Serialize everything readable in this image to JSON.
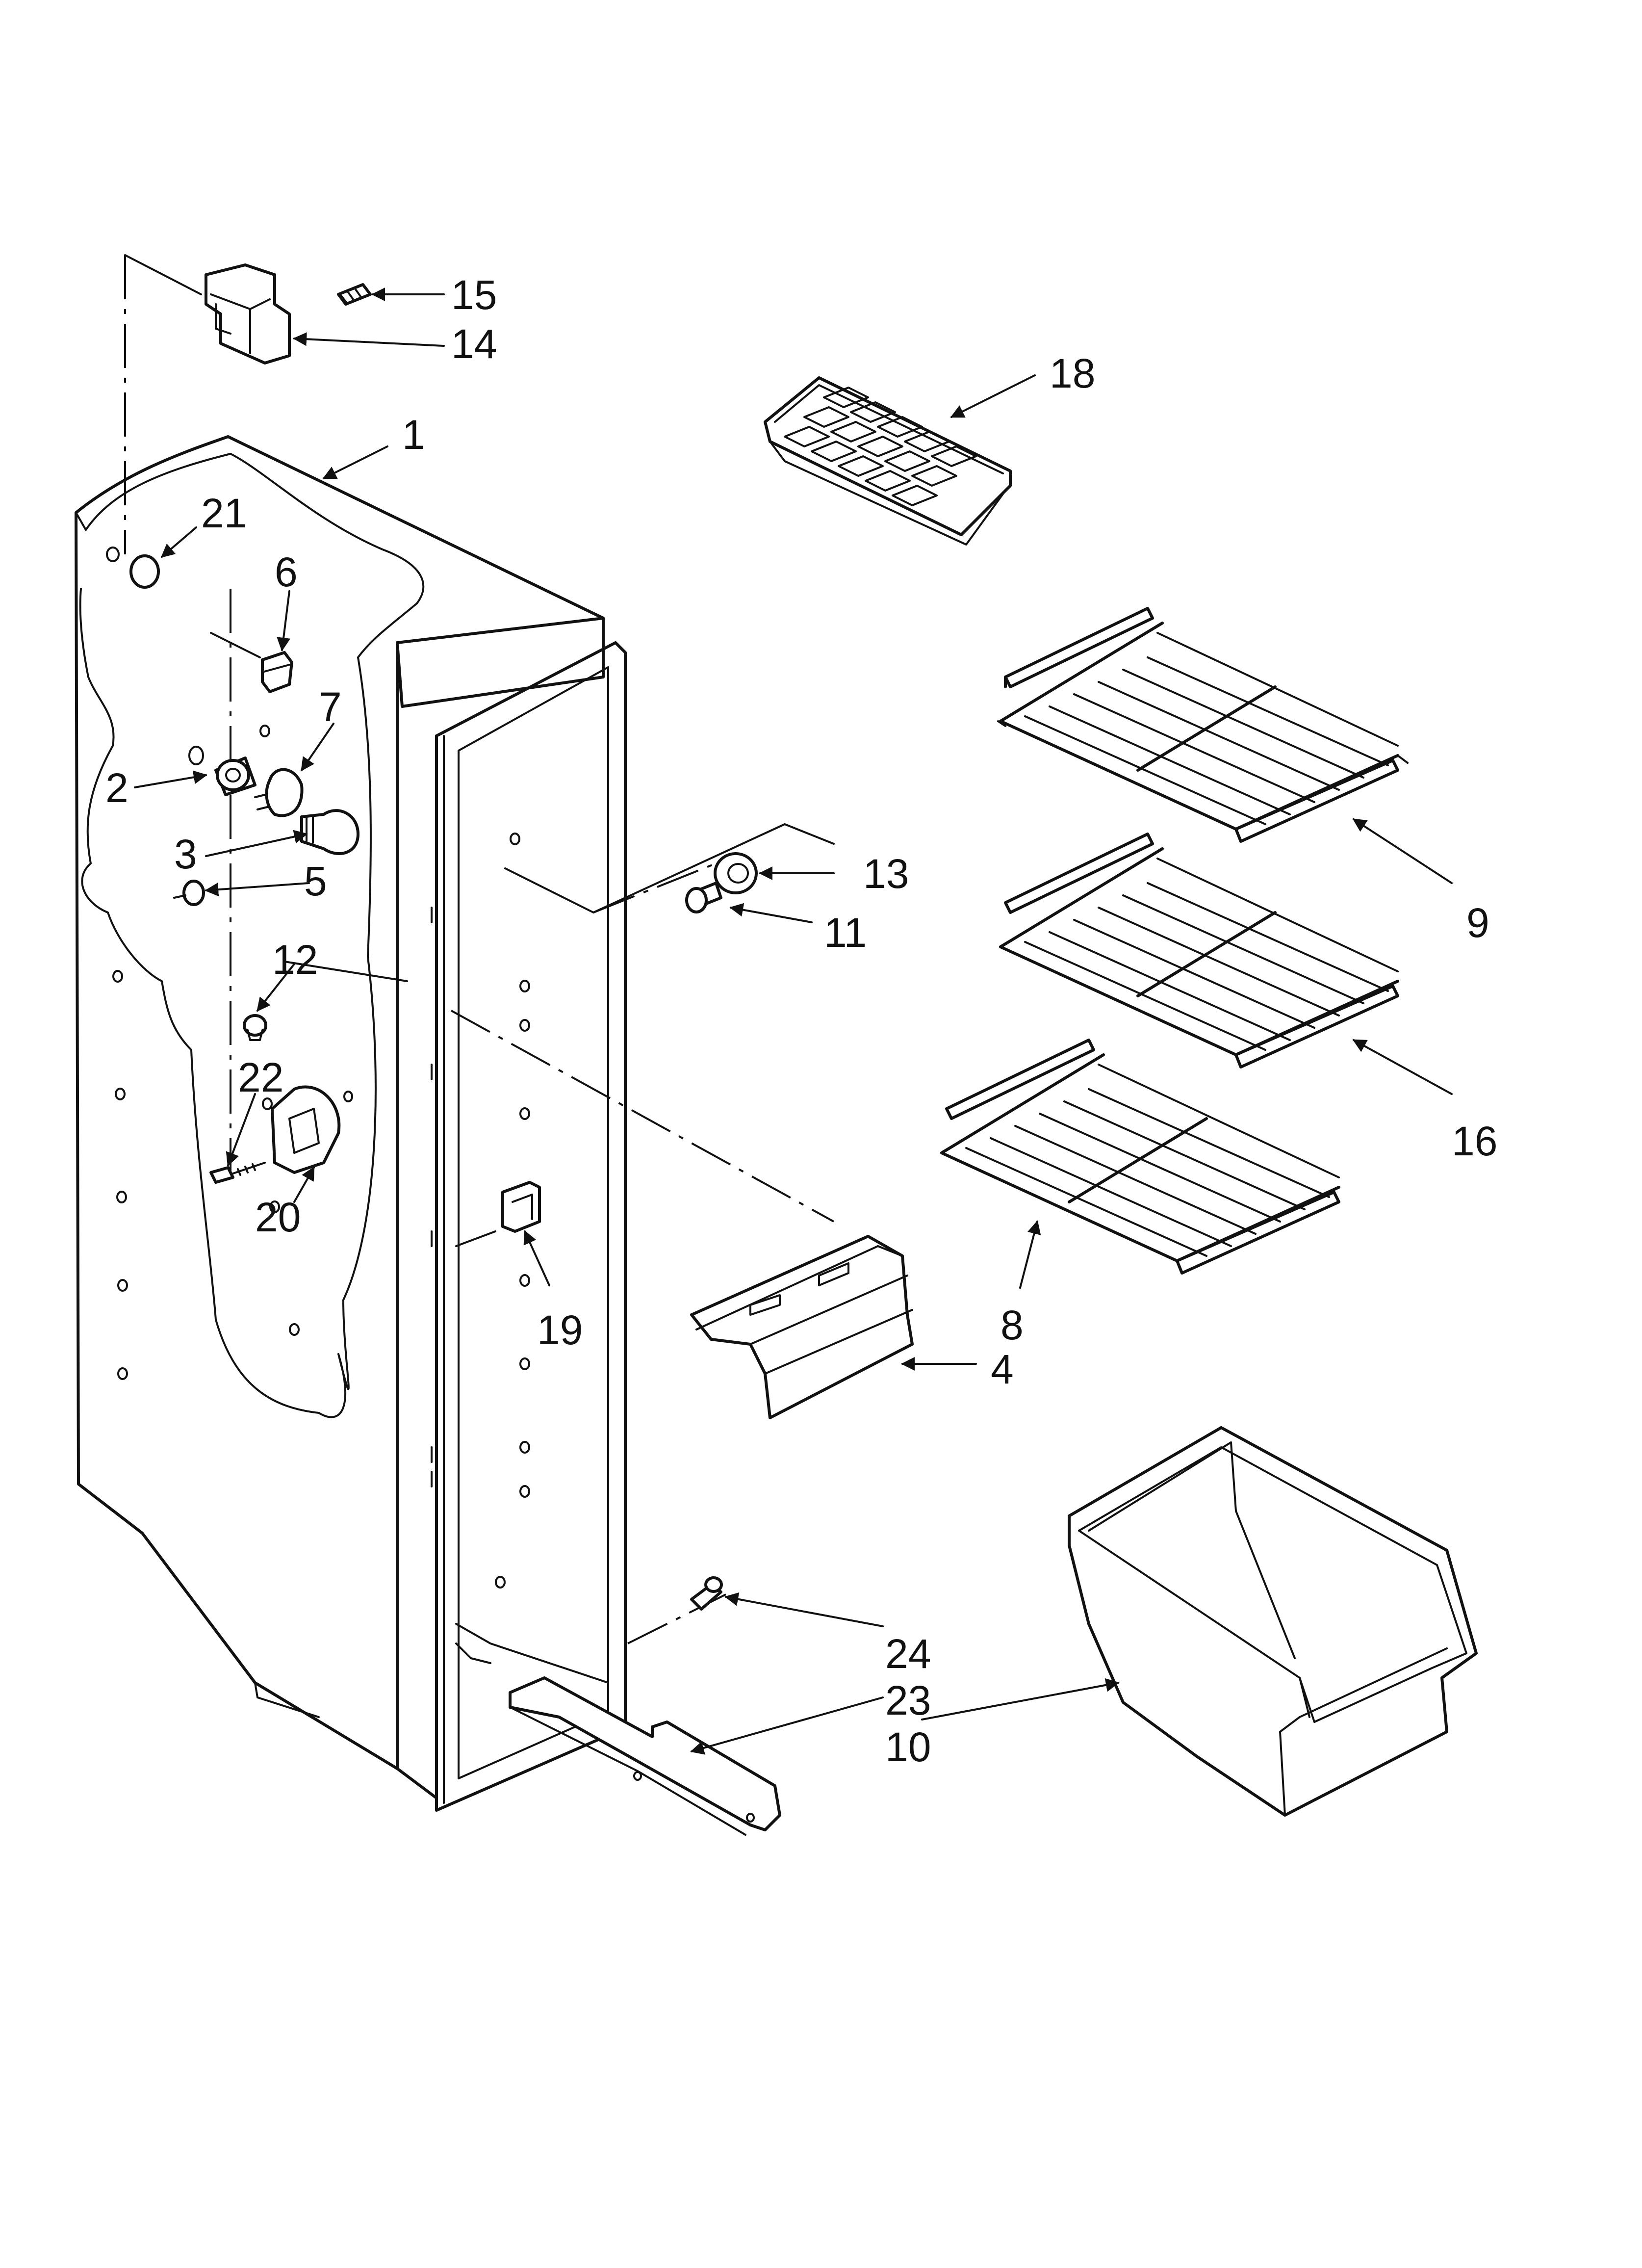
{
  "callouts": [
    {
      "id": "1",
      "label": "1"
    },
    {
      "id": "2",
      "label": "2"
    },
    {
      "id": "3",
      "label": "3"
    },
    {
      "id": "4",
      "label": "4"
    },
    {
      "id": "5",
      "label": "5"
    },
    {
      "id": "6",
      "label": "6"
    },
    {
      "id": "7",
      "label": "7"
    },
    {
      "id": "8",
      "label": "8"
    },
    {
      "id": "9",
      "label": "9"
    },
    {
      "id": "10",
      "label": "10"
    },
    {
      "id": "11",
      "label": "11"
    },
    {
      "id": "12",
      "label": "12"
    },
    {
      "id": "13",
      "label": "13"
    },
    {
      "id": "14",
      "label": "14"
    },
    {
      "id": "15",
      "label": "15"
    },
    {
      "id": "16",
      "label": "16"
    },
    {
      "id": "18",
      "label": "18"
    },
    {
      "id": "19",
      "label": "19"
    },
    {
      "id": "20",
      "label": "20"
    },
    {
      "id": "21",
      "label": "21"
    },
    {
      "id": "22",
      "label": "22"
    },
    {
      "id": "23",
      "label": "23"
    },
    {
      "id": "24",
      "label": "24"
    }
  ]
}
